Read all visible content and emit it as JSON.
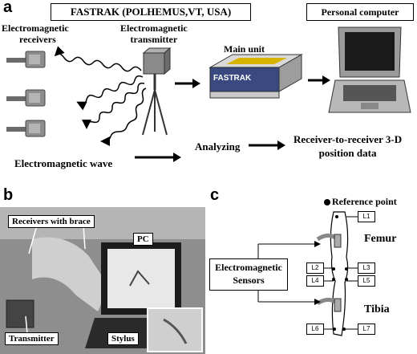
{
  "panel_a": {
    "letter": "a",
    "system_title": "FASTRAK (POLHEMUS,VT, USA)",
    "computer_title": "Personal computer",
    "receivers_label_line1": "Electromagnetic",
    "receivers_label_line2": "receivers",
    "transmitter_label_line1": "Electromagnetic",
    "transmitter_label_line2": "transmitter",
    "main_unit_label": "Main unit",
    "device_brand": "FASTRAK",
    "wave_label": "Electromagnetic wave",
    "analyzing_label": "Analyzing",
    "output_label_line1": "Receiver-to-receiver 3-D",
    "output_label_line2": "position data"
  },
  "panel_b": {
    "letter": "b",
    "receivers_label": "Receivers with brace",
    "pc_label": "PC",
    "transmitter_label": "Transmitter",
    "stylus_label": "Stylus"
  },
  "panel_c": {
    "letter": "c",
    "reference_label": "Reference point",
    "femur_label": "Femur",
    "tibia_label": "Tibia",
    "sensors_label_line1": "Electromagnetic",
    "sensors_label_line2": "Sensors",
    "segments": {
      "l1": "L1",
      "l2": "L2",
      "l3": "L3",
      "l4": "L4",
      "l5": "L5",
      "l6": "L6",
      "l7": "L7"
    }
  },
  "colors": {
    "photo_bg": "#9a9a9a",
    "screen_yellow": "#d6b400",
    "device_blue": "#3a4a80"
  }
}
